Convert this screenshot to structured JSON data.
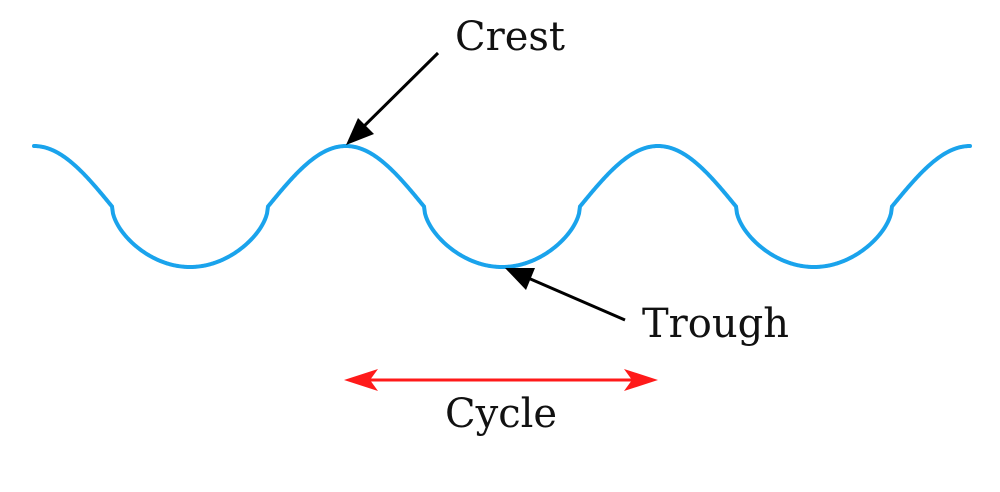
{
  "labels": {
    "crest": "Crest",
    "trough": "Trough",
    "cycle": "Cycle"
  },
  "colors": {
    "wave": "#1aa3ec",
    "cycle_arrow": "#ff1a1a",
    "annotation_arrow": "#000000",
    "text": "#111111"
  }
}
